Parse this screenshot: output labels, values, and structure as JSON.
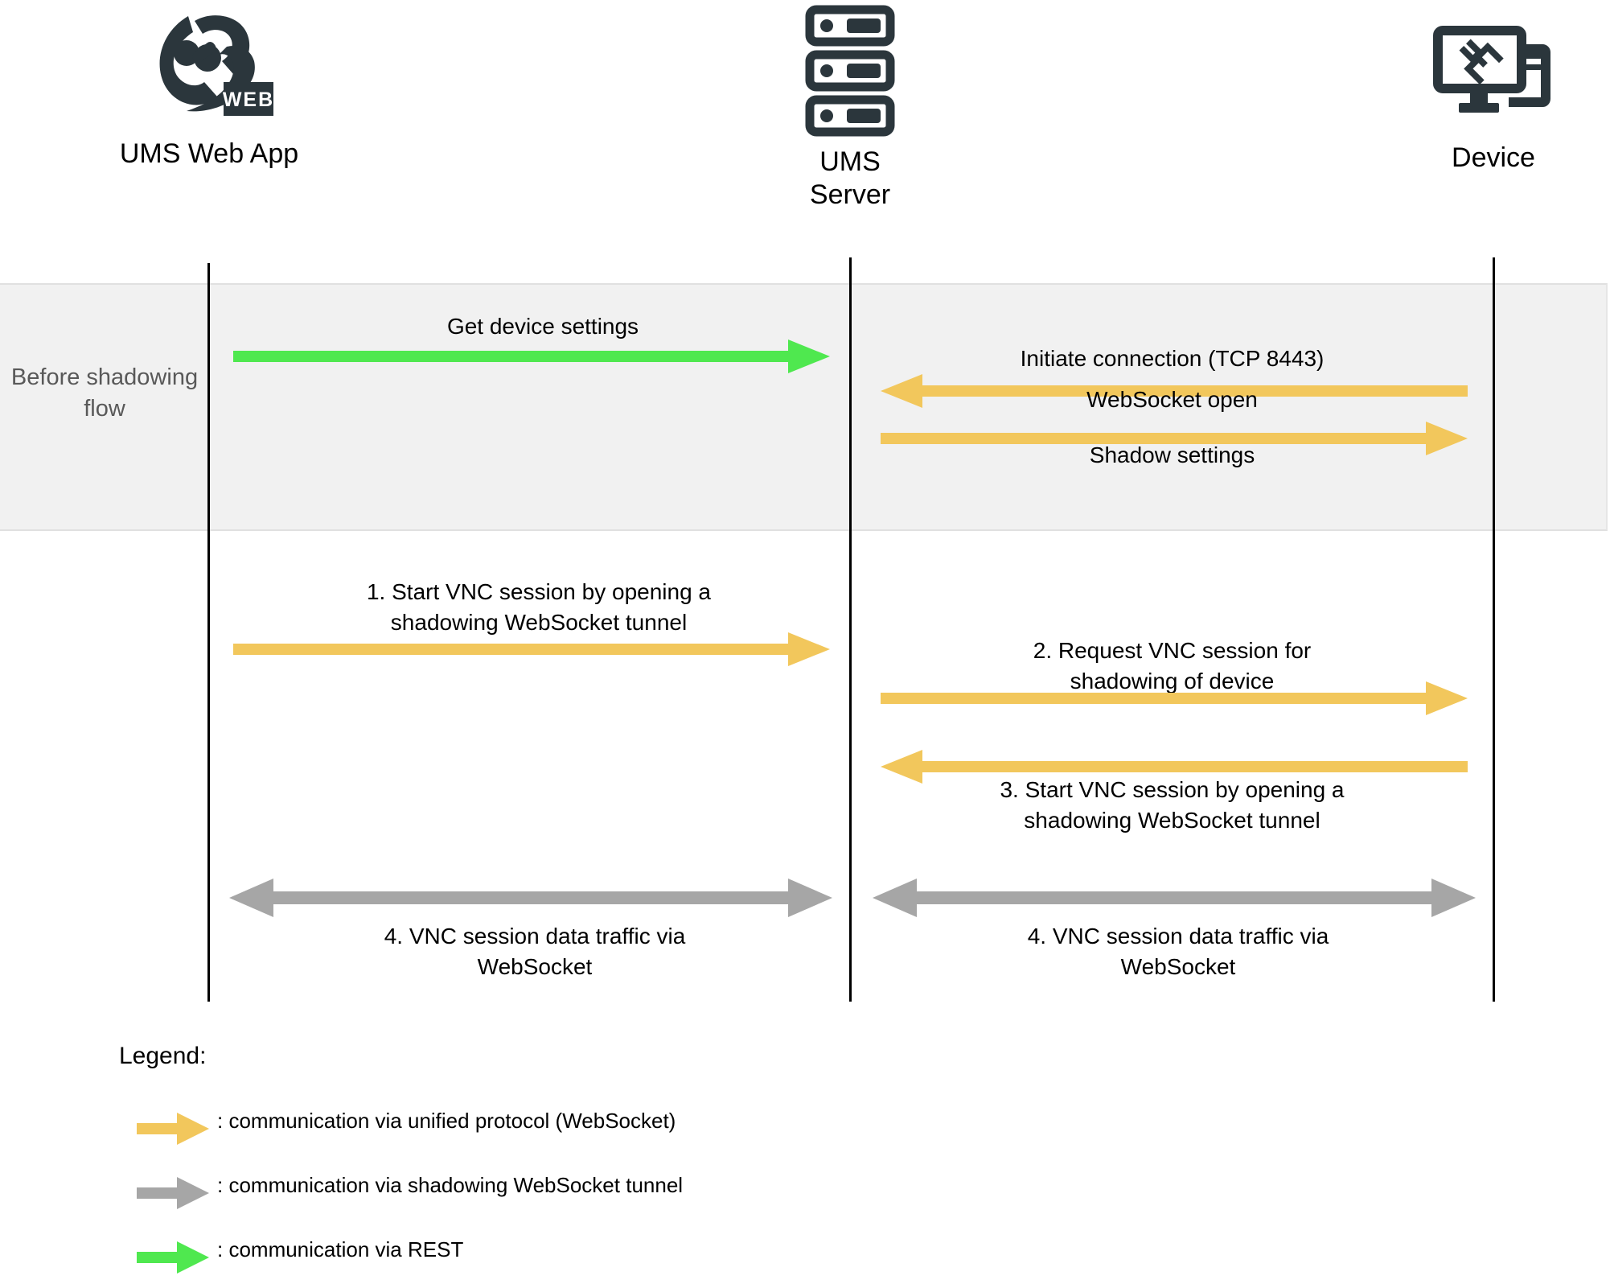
{
  "diagram": {
    "title": "UMS device shadowing sequence",
    "colors": {
      "websocket_yellow": "#F2C75C",
      "tunnel_gray": "#A6A6A6",
      "rest_green": "#4FE84F",
      "icon_dark": "#2B363C",
      "band_gray": "#F1F1F1",
      "phase_text": "#595959",
      "lifeline": "#000000"
    }
  },
  "actors": [
    {
      "id": "ums-web-app",
      "label": "UMS Web App",
      "icon": "ums-web-logo-icon"
    },
    {
      "id": "ums-server",
      "label": "UMS\nServer",
      "icon": "server-rack-icon"
    },
    {
      "id": "device",
      "label": "Device",
      "icon": "monitor-device-icon"
    }
  ],
  "phase": {
    "label": "Before\nshadowing\nflow"
  },
  "messages": [
    {
      "id": "get-device-settings",
      "label": "Get device settings",
      "from": "ums-web-app",
      "to": "ums-server",
      "direction": "right",
      "type": "rest"
    },
    {
      "id": "initiate-connection",
      "label": "Initiate connection (TCP 8443)",
      "from": "device",
      "to": "ums-server",
      "direction": "left",
      "type": "websocket"
    },
    {
      "id": "websocket-open",
      "label": "WebSocket open",
      "from": "ums-server",
      "to": "device",
      "direction": "right",
      "type": "websocket"
    },
    {
      "id": "shadow-settings",
      "label": "Shadow settings",
      "from": "ums-server",
      "to": "device",
      "direction": "right",
      "type": "websocket"
    },
    {
      "id": "step-1-start-vnc-session",
      "label": "1.   Start VNC session by opening a\nshadowing WebSocket tunnel",
      "from": "ums-web-app",
      "to": "ums-server",
      "direction": "right",
      "type": "websocket"
    },
    {
      "id": "step-2-request-vnc-session",
      "label": "2.   Request VNC session for\nshadowing of device",
      "from": "ums-server",
      "to": "device",
      "direction": "right",
      "type": "websocket"
    },
    {
      "id": "step-3-start-vnc-session",
      "label": "3.   Start VNC session by opening a\nshadowing WebSocket tunnel",
      "from": "device",
      "to": "ums-server",
      "direction": "left",
      "type": "websocket"
    },
    {
      "id": "step-4-vnc-data-left",
      "label": "4.   VNC session data traffic via\nWebSocket",
      "from": "ums-web-app",
      "to": "ums-server",
      "direction": "both",
      "type": "tunnel"
    },
    {
      "id": "step-4-vnc-data-right",
      "label": "4.   VNC session data traffic via\nWebSocket",
      "from": "ums-server",
      "to": "device",
      "direction": "both",
      "type": "tunnel"
    }
  ],
  "legend": {
    "title": "Legend:",
    "entries": [
      {
        "id": "legend-websocket",
        "type": "websocket",
        "text": ": communication via unified protocol (WebSocket)"
      },
      {
        "id": "legend-tunnel",
        "type": "tunnel",
        "text": ": communication via shadowing WebSocket tunnel"
      },
      {
        "id": "legend-rest",
        "type": "rest",
        "text": ": communication via REST"
      }
    ]
  }
}
